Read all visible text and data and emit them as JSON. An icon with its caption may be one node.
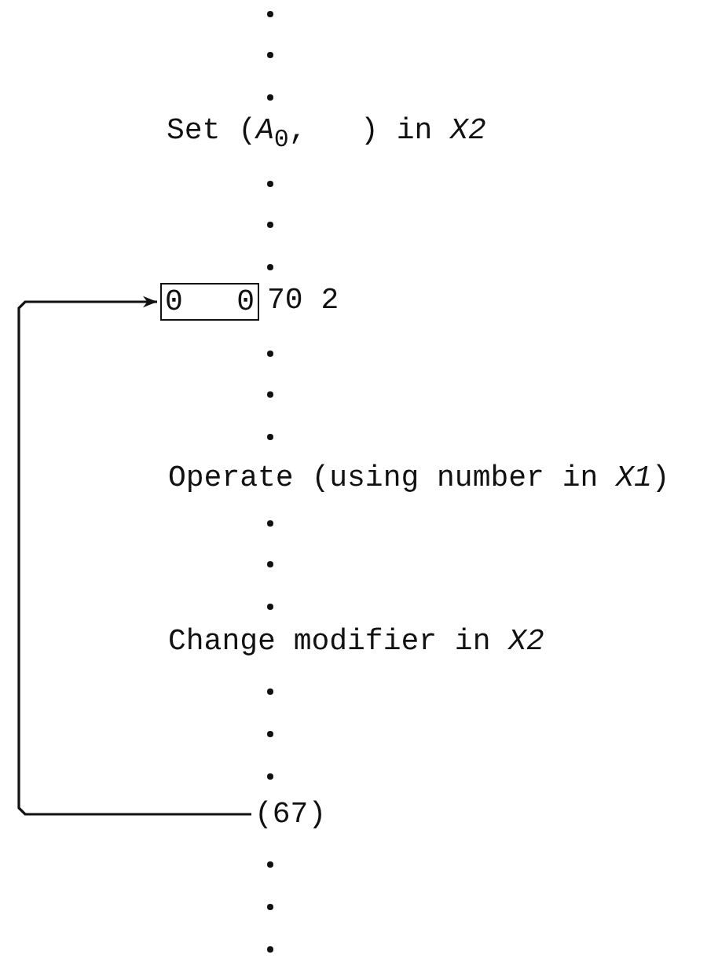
{
  "diagram": {
    "nodes": [
      {
        "text": [
          "Set (*A*$_{0}$,   ) in *X2*"
        ]
      },
      {
        "text": [
          "0   0"
        ],
        "beside": [
          "70 2"
        ]
      },
      {
        "text": [
          "Operate (using number in *X1*)"
        ]
      },
      {
        "text": [
          "Change modifier in *X2*"
        ]
      },
      {
        "text": [
          "(67)"
        ]
      }
    ],
    "edges": [
      {
        "from": 4,
        "to": 1,
        "arrow": "to"
      }
    ]
  }
}
